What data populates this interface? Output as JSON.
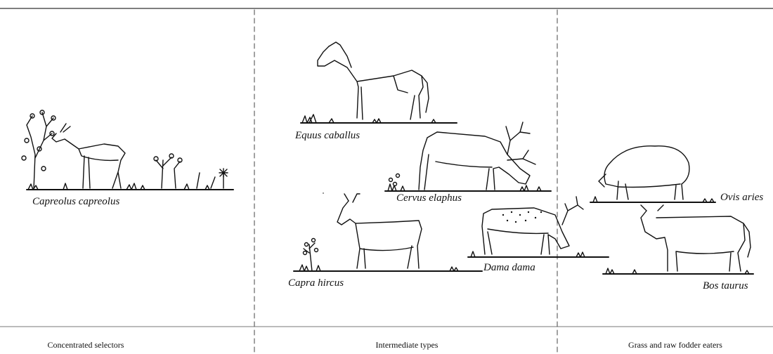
{
  "species_labels": {
    "capreolus": "Capreolus capreolus",
    "equus": "Equus caballus",
    "cervus": "Cervus elaphus",
    "capra": "Capra hircus",
    "dama": "Dama dama",
    "ovis": "Ovis aries",
    "bos": "Bos taurus"
  },
  "categories": {
    "concentrated": "Concentrated selectors",
    "intermediate": "Intermediate types",
    "grass": "Grass and raw fodder eaters"
  },
  "colors": {
    "ink": "#111111",
    "background": "#ffffff"
  }
}
